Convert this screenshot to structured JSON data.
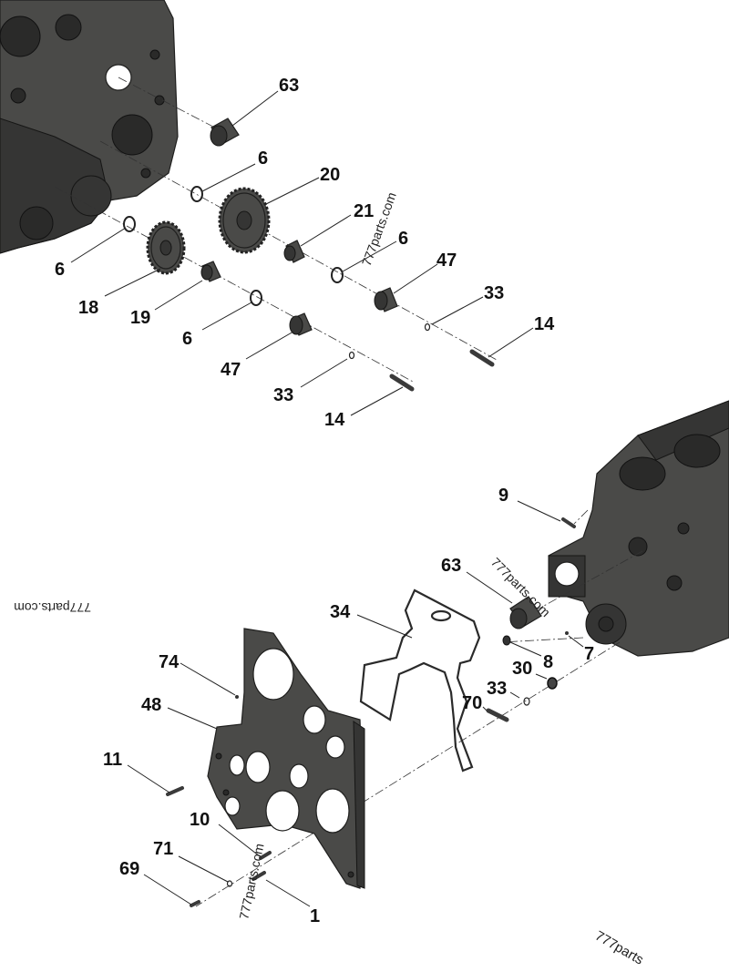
{
  "watermarks": [
    {
      "text": "777parts.com"
    },
    {
      "text": "777parts.com"
    },
    {
      "text": "777parts.com"
    },
    {
      "text": "777parts.com"
    },
    {
      "text": "777parts"
    }
  ],
  "callouts": {
    "c63_top": "63",
    "c6_a": "6",
    "c20": "20",
    "c21": "21",
    "c6_b": "6",
    "c47_a": "47",
    "c33_a": "33",
    "c14_a": "14",
    "c6_c": "6",
    "c18": "18",
    "c19": "19",
    "c6_d": "6",
    "c47_b": "47",
    "c33_b": "33",
    "c14_b": "14",
    "c9": "9",
    "c63_bottom": "63",
    "c34": "34",
    "c8": "8",
    "c7": "7",
    "c30": "30",
    "c74": "74",
    "c48": "48",
    "c33_c": "33",
    "c70": "70",
    "c11": "11",
    "c10": "10",
    "c71": "71",
    "c69": "69",
    "c1": "1"
  }
}
